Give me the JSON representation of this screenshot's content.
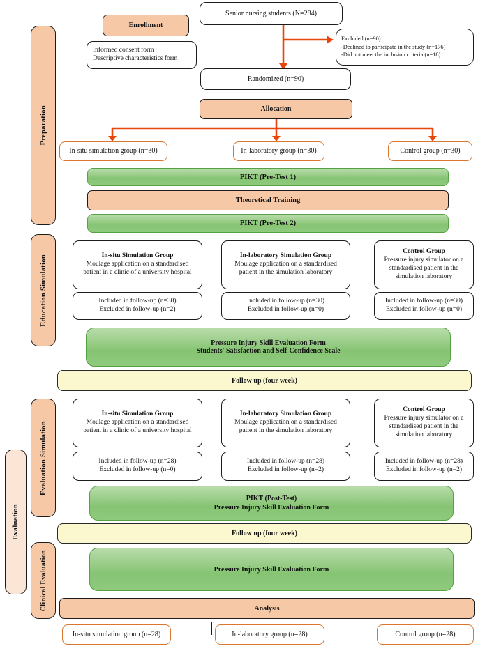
{
  "colors": {
    "salmon_fill": "#F6C8A6",
    "light_peach_fill": "#FBE5D6",
    "green_fill": "#8FC97E",
    "green_border": "#55A144",
    "yellow_fill": "#FBF8D0",
    "orange_box_border": "#D9772F",
    "arrow": "#E8470B"
  },
  "sidebar": {
    "preparation": "Preparation",
    "education_simulation": "Education Simulation",
    "evaluation_simulation": "Evaluation Simulation",
    "evaluation": "Evaluation",
    "clinical_evaluation": "Clinical Evaluation"
  },
  "enrollment": {
    "senior_students": "Senior nursing students (N=284)",
    "label": "Enrollment",
    "forms": [
      "Informed consent form",
      "Descriptive characteristics form"
    ],
    "excluded": [
      "Excluded (n=90)",
      "-Declined to participate in the study (n=176)",
      "-Did not meet the inclusion criteria (n=18)"
    ],
    "randomized": "Randomized (n=90)"
  },
  "allocation": {
    "label": "Allocation",
    "groups": [
      "In-situ simulation group (n=30)",
      "In-laboratory group (n=30)",
      "Control group (n=30)"
    ]
  },
  "preparation_bars": {
    "pikt_pre_test_1": "PIKT (Pre-Test 1)",
    "theoretical_training": "Theoretical Training",
    "pikt_pre_test_2": "PIKT (Pre-Test 2)"
  },
  "education": {
    "groups": [
      {
        "title": "In-situ Simulation Group",
        "body": "Moulage application on a standardised patient in a clinic of a university hospital",
        "included": "Included in follow-up (n=30)",
        "excluded": "Excluded in follow-up (n=2)"
      },
      {
        "title": "In-laboratory Simulation Group",
        "body": "Moulage application on a standardised patient in the simulation laboratory",
        "included": "Included in follow-up (n=30)",
        "excluded": "Excluded in follow-up (n=0)"
      },
      {
        "title": "Control Group",
        "body": "Pressure injury simulator on a standardised patient in the simulation laboratory",
        "included": "Included in follow-up (n=30)",
        "excluded": "Excluded in follow-up (n=0)"
      }
    ],
    "skill_eval_lines": [
      "Pressure Injury Skill Evaluation Form",
      "Students' Satisfaction and Self-Confidence Scale"
    ],
    "follow_up": "Follow up (four week)"
  },
  "evaluation": {
    "groups": [
      {
        "title": "In-situ Simulation Group",
        "body": "Moulage application on a standardised patient in a clinic of a university hospital",
        "included": "Included in follow-up (n=28)",
        "excluded": "Excluded in follow-up (n=0)"
      },
      {
        "title": "In-laboratory Simulation Group",
        "body": "Moulage application on a standardised patient in the simulation laboratory",
        "included": "Included in follow-up (n=28)",
        "excluded": "Excluded in follow-up (n=2)"
      },
      {
        "title": "Control Group",
        "body": "Pressure injury simulator on a standardised patient in the simulation laboratory",
        "included": "Included in follow-up (n=28)",
        "excluded": "Excluded in follow-up (n=2)"
      }
    ],
    "pikt_post_lines": [
      "PIKT (Post-Test)",
      "Pressure Injury Skill Evaluation Form"
    ],
    "follow_up": "Follow up (four week)"
  },
  "clinical": {
    "skill_eval": "Pressure Injury Skill Evaluation Form",
    "analysis": "Analysis",
    "final_groups": [
      "In-situ simulation group (n=28)",
      "In-laboratory group (n=28)",
      "Control group (n=28)"
    ]
  }
}
